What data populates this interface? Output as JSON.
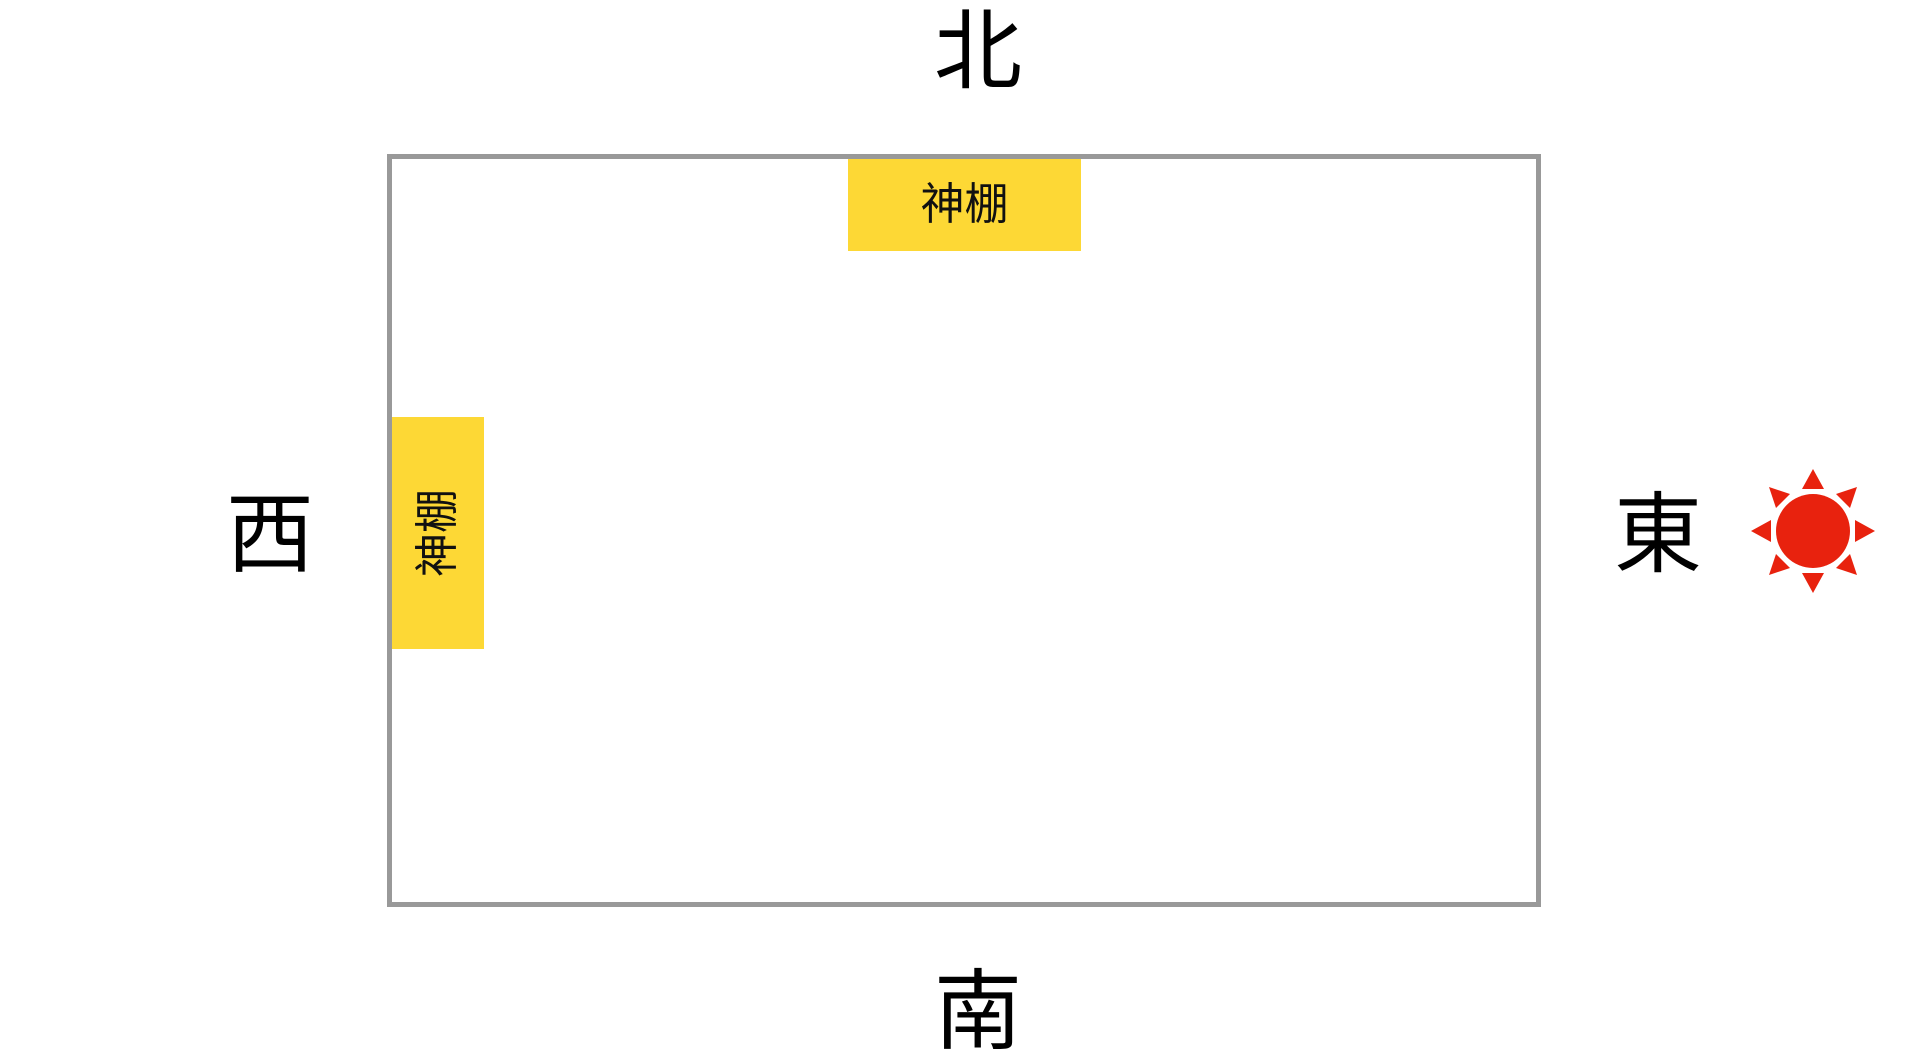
{
  "directions": {
    "north": "北",
    "south": "南",
    "west": "西",
    "east": "東"
  },
  "shrines": {
    "north_wall": "神棚",
    "west_wall": "神棚"
  },
  "icons": {
    "sun": "sun-icon"
  },
  "colors": {
    "room_border": "#999999",
    "shrine_fill": "#fdd835",
    "sun": "#e8220e",
    "text": "#000000"
  }
}
